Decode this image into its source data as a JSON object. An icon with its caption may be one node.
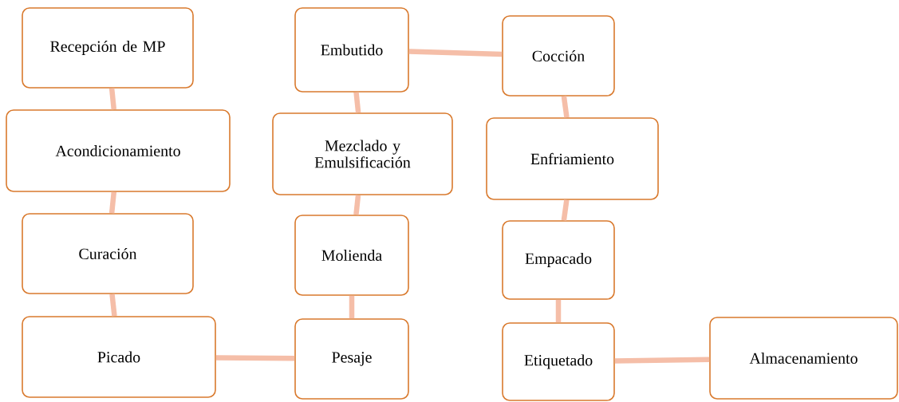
{
  "diagram": {
    "nodes": [
      {
        "text": [
          "Recepción de MP"
        ]
      },
      {
        "text": [
          "Acondicionamiento"
        ]
      },
      {
        "text": [
          "Curación"
        ]
      },
      {
        "text": [
          "Picado"
        ]
      },
      {
        "text": [
          "Pesaje"
        ]
      },
      {
        "text": [
          "Molienda"
        ]
      },
      {
        "text": [
          "Mezclado y Emulsificación"
        ]
      },
      {
        "text": [
          "Embutido"
        ]
      },
      {
        "text": [
          "Cocción"
        ]
      },
      {
        "text": [
          "Enfriamiento"
        ]
      },
      {
        "text": [
          "Empacado"
        ]
      },
      {
        "text": [
          "Etiquetado"
        ]
      },
      {
        "text": [
          "Almacenamiento"
        ]
      }
    ],
    "edges": [
      {
        "from": 0,
        "to": 1,
        "arrow": "none"
      },
      {
        "from": 1,
        "to": 2,
        "arrow": "none"
      },
      {
        "from": 2,
        "to": 3,
        "arrow": "none"
      },
      {
        "from": 3,
        "to": 4,
        "arrow": "none"
      },
      {
        "from": 4,
        "to": 5,
        "arrow": "none"
      },
      {
        "from": 5,
        "to": 6,
        "arrow": "none"
      },
      {
        "from": 6,
        "to": 7,
        "arrow": "none"
      },
      {
        "from": 7,
        "to": 8,
        "arrow": "none"
      },
      {
        "from": 8,
        "to": 9,
        "arrow": "none"
      },
      {
        "from": 9,
        "to": 10,
        "arrow": "none"
      },
      {
        "from": 10,
        "to": 11,
        "arrow": "none"
      },
      {
        "from": 11,
        "to": 12,
        "arrow": "none"
      }
    ]
  }
}
